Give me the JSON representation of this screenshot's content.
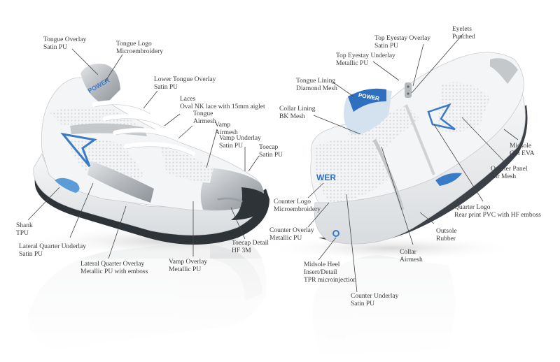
{
  "figure": {
    "title": "Running shoe material callouts",
    "colors": {
      "accent_blue": "#3a7bc8",
      "silver": "#b8bcc0",
      "outsole": "#2e3338",
      "leader": "#444444",
      "label_text": "#3a3a3a"
    }
  },
  "left_shoe": {
    "view": "lateral front three-quarter",
    "logo_text": "POWER",
    "labels": [
      {
        "id": "tongue-overlay",
        "line1": "Tongue Overlay",
        "line2": "Satin PU"
      },
      {
        "id": "tongue-logo",
        "line1": "Tongue Logo",
        "line2": "Microembroidery"
      },
      {
        "id": "lower-tongue-overlay",
        "line1": "Lower Tongue Overlay",
        "line2": "Satin PU"
      },
      {
        "id": "laces",
        "line1": "Laces",
        "line2": "Oval NK lace with 15mm aiglet"
      },
      {
        "id": "tongue",
        "line1": "Tongue",
        "line2": "Airmesh"
      },
      {
        "id": "vamp",
        "line1": "Vamp",
        "line2": "Airmesh"
      },
      {
        "id": "vamp-underlay",
        "line1": "Vamp Underlay",
        "line2": "Satin PU"
      },
      {
        "id": "toecap",
        "line1": "Toecap",
        "line2": "Satin PU"
      },
      {
        "id": "shank",
        "line1": "Shank",
        "line2": "TPU"
      },
      {
        "id": "lateral-quarter-underlay",
        "line1": "Lateral Quarter Underlay",
        "line2": "Satin PU"
      },
      {
        "id": "lateral-quarter-overlay",
        "line1": "Lateral Quarter Overlay",
        "line2": "Metallic PU with emboss"
      },
      {
        "id": "vamp-overlay",
        "line1": "Vamp Overlay",
        "line2": "Metallic PU"
      },
      {
        "id": "toecap-detail",
        "line1": "Toecap Detail",
        "line2": "HF 3M"
      }
    ]
  },
  "right_shoe": {
    "view": "medial rear three-quarter",
    "logo_text": "WER",
    "labels": [
      {
        "id": "eyelets",
        "line1": "Eyelets",
        "line2": "Punched"
      },
      {
        "id": "top-eyestay-overlay",
        "line1": "Top Eyestay Overlay",
        "line2": "Satin PU"
      },
      {
        "id": "top-eyestay-underlay",
        "line1": "Top Eyestay Underlay",
        "line2": "Metallic PU"
      },
      {
        "id": "tongue-lining",
        "line1": "Tongue Lining",
        "line2": "Diamond Mesh"
      },
      {
        "id": "collar-lining",
        "line1": "Collar Lining",
        "line2": "BK Mesh"
      },
      {
        "id": "midsole",
        "line1": "Midsole",
        "line2": "CM EVA"
      },
      {
        "id": "quarter-panel",
        "line1": "Quarter Panel",
        "line2": "Air Mesh"
      },
      {
        "id": "counter-logo",
        "line1": "Counter Logo",
        "line2": "Microembroidery"
      },
      {
        "id": "quarter-logo",
        "line1": "Quarter Logo",
        "line2": "Rear print PVC with HF emboss"
      },
      {
        "id": "counter-overlay",
        "line1": "Counter Overlay",
        "line2": "Metallic PU"
      },
      {
        "id": "outsole",
        "line1": "Outsole",
        "line2": "Rubber"
      },
      {
        "id": "collar",
        "line1": "Collar",
        "line2": "Airmesh"
      },
      {
        "id": "midsole-heel-insert",
        "line1": "Midsole Heel",
        "line2": "Insert/Detail",
        "line3": "TPR microinjection"
      },
      {
        "id": "counter-underlay",
        "line1": "Counter Underlay",
        "line2": "Satin PU"
      }
    ]
  }
}
